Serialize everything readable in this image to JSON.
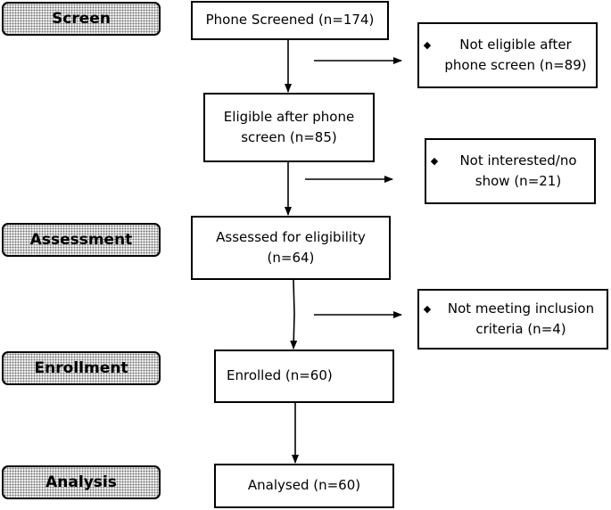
{
  "stages": {
    "screen": "Screen",
    "assessment": "Assessment",
    "enrollment": "Enrollment",
    "analysis": "Analysis"
  },
  "flow": {
    "phone_screened": "Phone Screened (n=174)",
    "eligible_line1": "Eligible after phone",
    "eligible_line2": "screen (n=85)",
    "assessed_line1": "Assessed for eligibility",
    "assessed_line2": "(n=64)",
    "enrolled": "Enrolled (n=60)",
    "analysed": "Analysed (n=60)"
  },
  "exclusions": {
    "not_eligible_line1": "Not eligible after",
    "not_eligible_line2": "phone screen (n=89)",
    "not_interested_line1": "Not interested/no",
    "not_interested_line2": "show (n=21)",
    "not_meeting_line1": "Not meeting inclusion",
    "not_meeting_line2": "criteria (n=4)"
  },
  "icons": {
    "bullet": "diamond-bullet",
    "arrow": "arrow-head"
  }
}
